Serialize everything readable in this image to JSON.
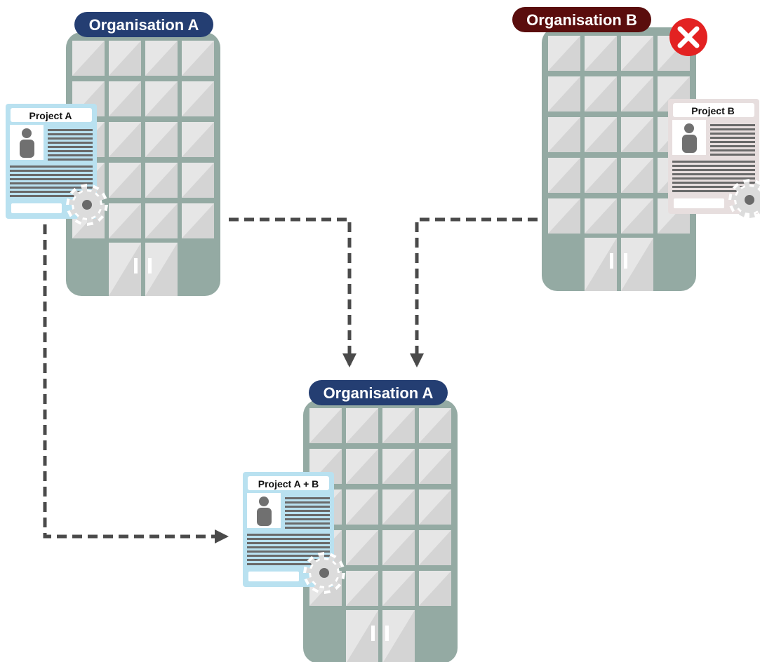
{
  "organisations": {
    "top_left": {
      "name": "Organisation A",
      "color": "#243e72"
    },
    "top_right": {
      "name": "Organisation B",
      "color": "#5a0d0d",
      "status": "rejected"
    },
    "bottom": {
      "name": "Organisation A",
      "color": "#243e72"
    }
  },
  "projects": {
    "a": {
      "label": "Project A",
      "color": "#b9e1f0"
    },
    "b": {
      "label": "Project B",
      "color": "#e7dede"
    },
    "merged": {
      "label": "Project A + B",
      "color": "#b9e1f0"
    }
  },
  "palette": {
    "building": "#94aaa3",
    "window": "#e6e6e6",
    "arrow": "#4a4a4a",
    "reject": "#e32222"
  }
}
